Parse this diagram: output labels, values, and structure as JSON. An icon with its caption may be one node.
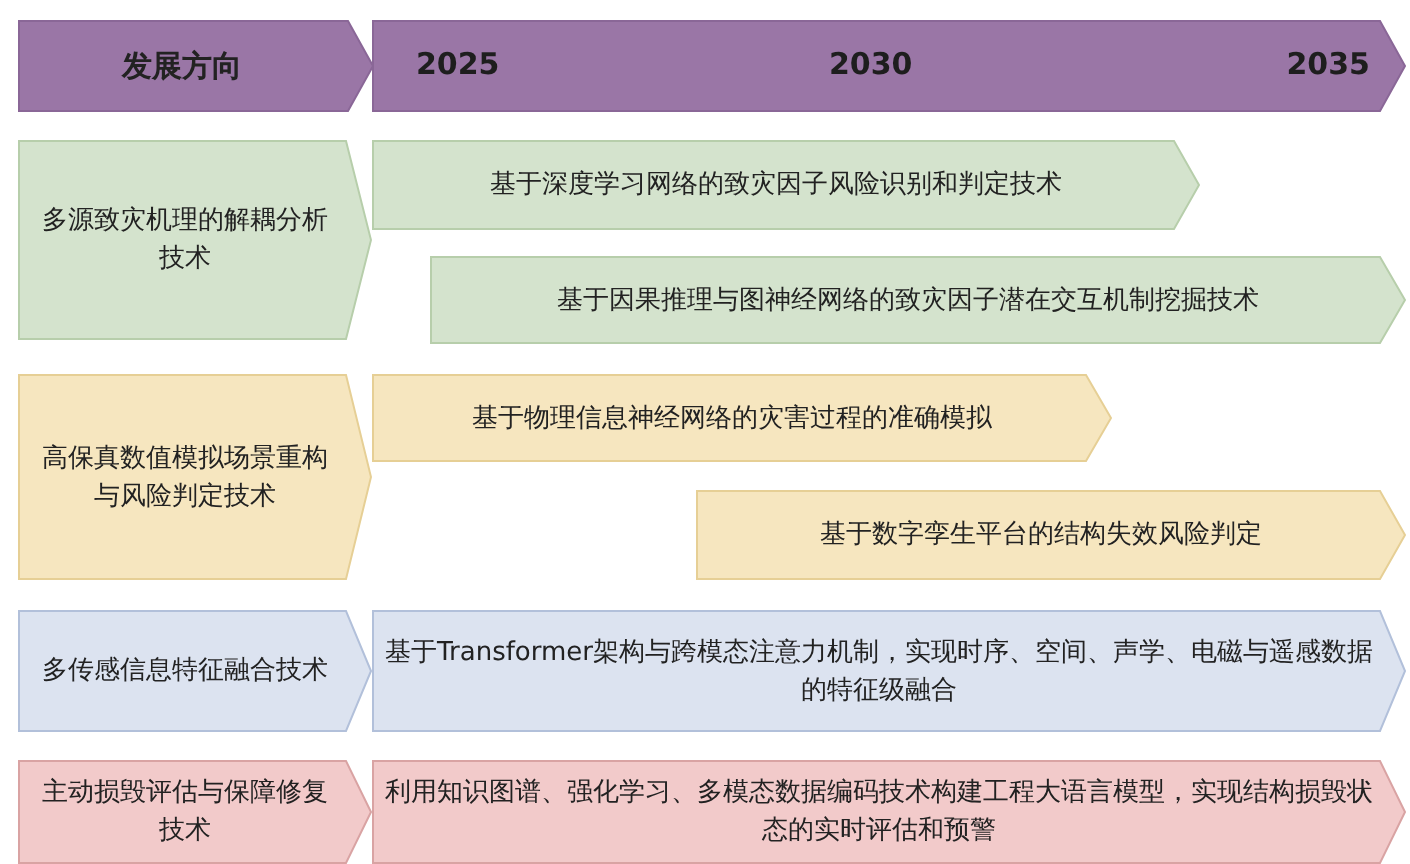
{
  "diagram": {
    "nodes": [
      {
        "text": [
          "发展方向"
        ]
      },
      {
        "text": [
          "2025",
          "2030",
          "2035"
        ]
      },
      {
        "text": [
          "多源致灾机理的解耦分析技术"
        ]
      },
      {
        "text": [
          "基于深度学习网络的致灾因子风险识别和判定技术"
        ]
      },
      {
        "text": [
          "基于因果推理与图神经网络的致灾因子潜在交互机制挖掘技术"
        ]
      },
      {
        "text": [
          "高保真数值模拟场景重构与风险判定技术"
        ]
      },
      {
        "text": [
          "基于物理信息神经网络的灾害过程的准确模拟"
        ]
      },
      {
        "text": [
          "基于数字孪生平台的结构失效风险判定"
        ]
      },
      {
        "text": [
          "多传感信息特征融合技术"
        ]
      },
      {
        "text": [
          "基于Transformer架构与跨模态注意力机制，实现时序、空间、声学、电磁与遥感数据的特征级融合"
        ]
      },
      {
        "text": [
          "主动损毁评估与保障修复技术"
        ]
      },
      {
        "text": [
          "利用知识图谱、强化学习、多模态数据编码技术构建工程大语言模型，实现结构损毁状态的实时评估和预警"
        ]
      }
    ]
  }
}
